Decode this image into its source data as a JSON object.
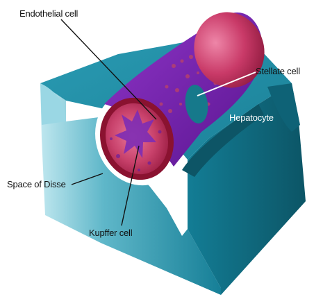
{
  "labels": {
    "endothelial": "Endothelial cell",
    "stellate": "Stellate cell",
    "hepatocyte": "Hepatocyte",
    "space_of_disse": "Space of Disse",
    "kupffer": "Kupffer cell"
  },
  "colors": {
    "block_front": "#1f8ea6",
    "block_top": "#8fd3e1",
    "block_side": "#0f6b80",
    "block_dark": "#0d5566",
    "sinusoid_purple": "#6b1fa8",
    "sinusoid_rim": "#8a1230",
    "lumen_red": "#c23a63",
    "lumen_pink": "#e05c86",
    "stellate_teal": "#1a7a8c",
    "space_white": "#ffffff"
  }
}
